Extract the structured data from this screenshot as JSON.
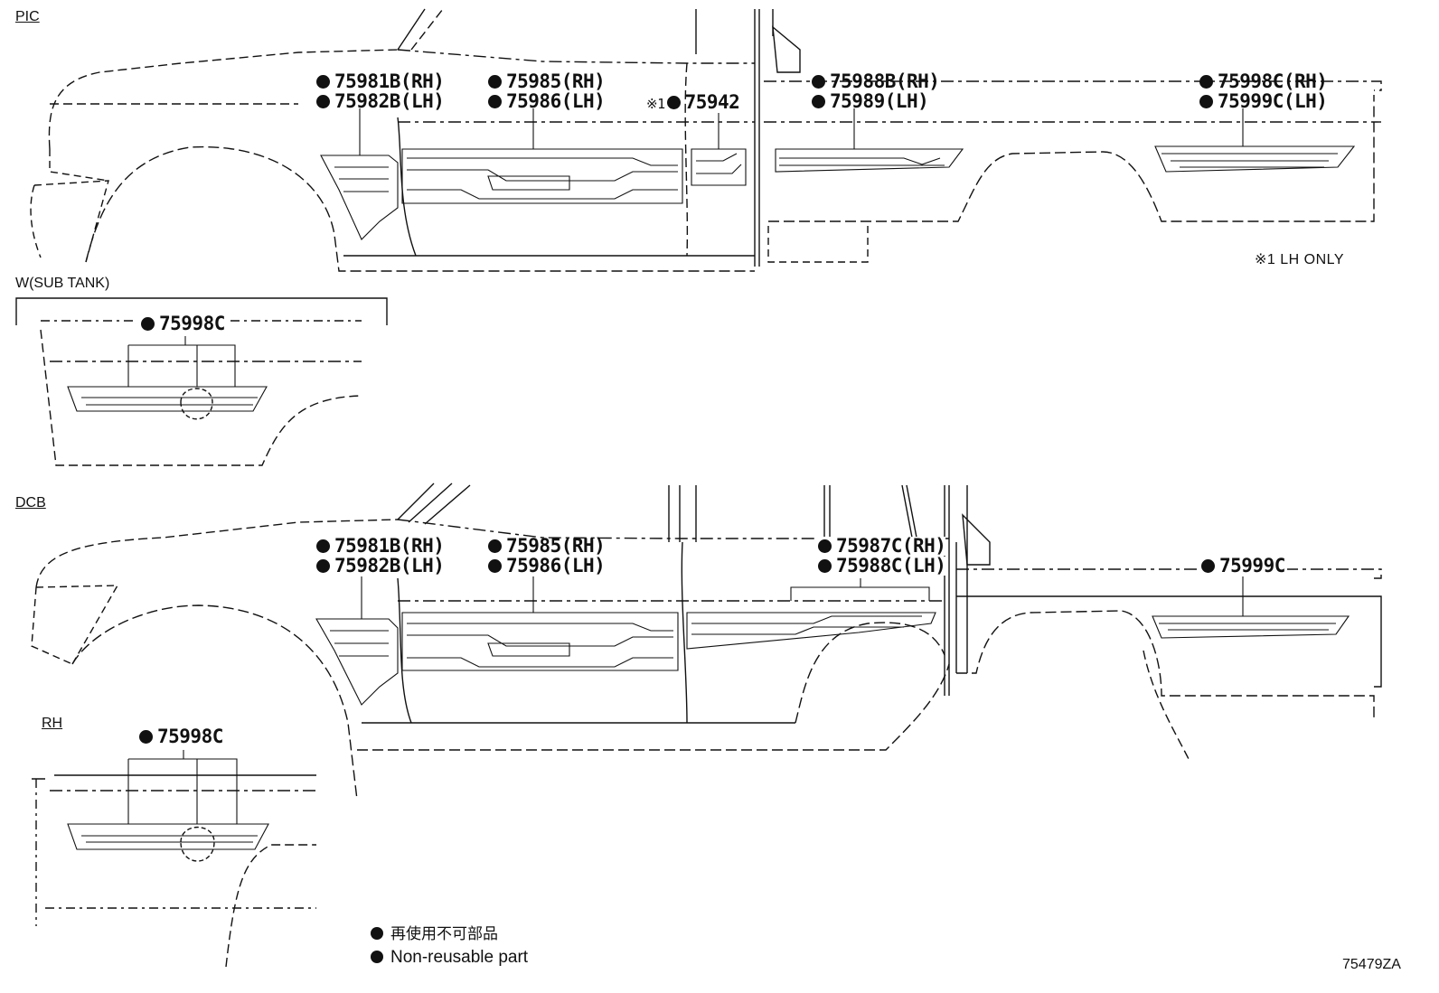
{
  "sections": {
    "pic": "PIC",
    "w_sub_tank": "W(SUB TANK)",
    "dcb": "DCB",
    "rh": "RH"
  },
  "pic_parts": {
    "p75981b": "75981B(RH)",
    "p75982b": "75982B(LH)",
    "p75985": "75985(RH)",
    "p75986": "75986(LH)",
    "p75942_prefix": "※1",
    "p75942": "75942",
    "p75988b": "75988B(RH)",
    "p75989": "75989(LH)",
    "p75998c_rh": "75998C(RH)",
    "p75999c_lh": "75999C(LH)",
    "note": "※1 LH ONLY"
  },
  "w_sub_tank_parts": {
    "p75998c": "75998C"
  },
  "dcb_parts": {
    "p75981b": "75981B(RH)",
    "p75982b": "75982B(LH)",
    "p75985": "75985(RH)",
    "p75986": "75986(LH)",
    "p75987c": "75987C(RH)",
    "p75988c": "75988C(LH)",
    "p75999c": "75999C"
  },
  "rh_parts": {
    "p75998c": "75998C"
  },
  "legend": {
    "jp": "再使用不可部品",
    "en": "Non-reusable part"
  },
  "drawing_code": "75479ZA",
  "colors": {
    "line": "#111111",
    "background": "#ffffff"
  }
}
